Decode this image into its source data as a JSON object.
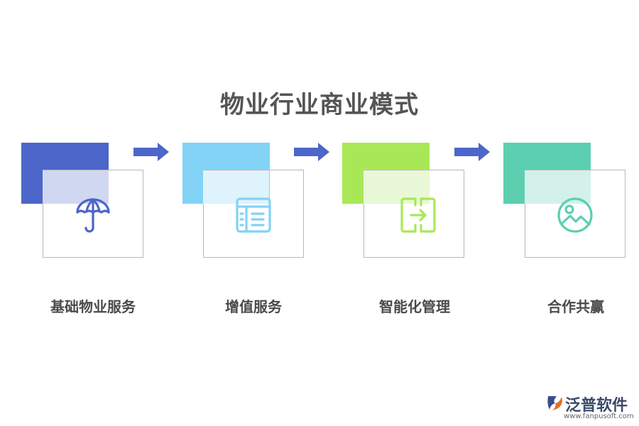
{
  "title": "物业行业商业模式",
  "steps": [
    {
      "label": "基础物业服务",
      "color": "#4c66c9",
      "overlap": "#d0d7f0",
      "icon": "umbrella-icon"
    },
    {
      "label": "增值服务",
      "color": "#82d3f5",
      "overlap": "#dff3fc",
      "icon": "list-icon"
    },
    {
      "label": "智能化管理",
      "color": "#a8e857",
      "overlap": "#e9f8d6",
      "icon": "transfer-icon"
    },
    {
      "label": "合作共赢",
      "color": "#5ccfb0",
      "overlap": "#d3f1e9",
      "icon": "image-icon"
    }
  ],
  "arrow_color": "#4c66c9",
  "logo": {
    "name": "泛普软件",
    "url": "www.fanpusoft.com"
  }
}
